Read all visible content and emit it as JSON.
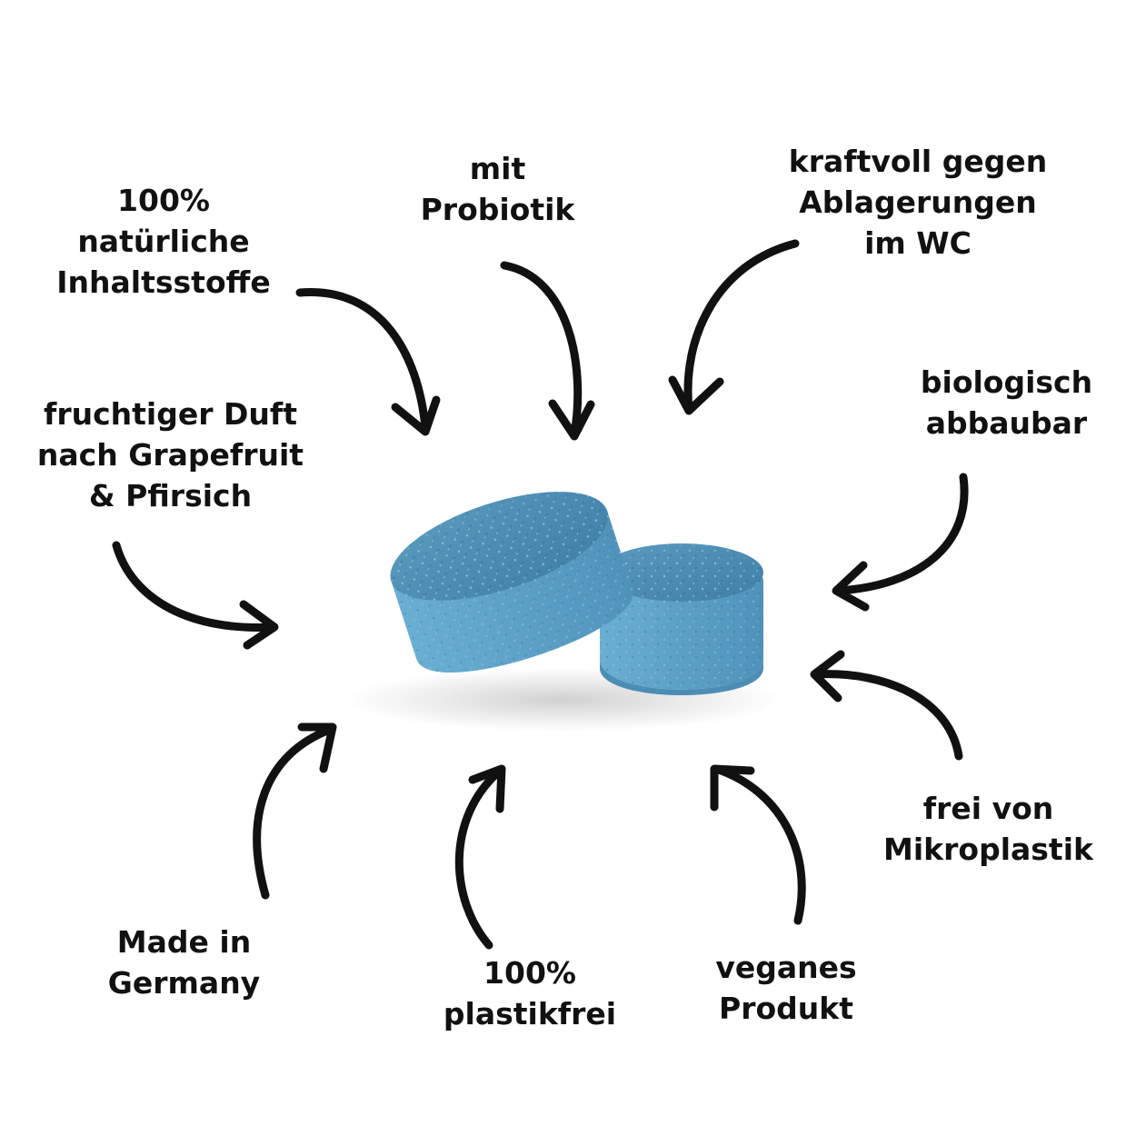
{
  "features": {
    "natural": [
      "100%",
      "natürliche",
      "Inhaltsstoffe"
    ],
    "probiotic": [
      "mit",
      "Probiotik"
    ],
    "powerful": [
      "kraftvoll gegen",
      "Ablagerungen",
      "im WC"
    ],
    "scent": [
      "fruchtiger Duft",
      "nach Grapefruit",
      "& Pfirsich"
    ],
    "biodegradable": [
      "biologisch",
      "abbaubar"
    ],
    "microplastic": [
      "frei von",
      "Mikroplastik"
    ],
    "made_in": [
      "Made in",
      "Germany"
    ],
    "plastic_free": [
      "100%",
      "plastikfrei"
    ],
    "vegan": [
      "veganes",
      "Produkt"
    ]
  },
  "colors": {
    "text": "#111111",
    "tablet_top": "#4a88ad",
    "tablet_side": "#5ea1c8",
    "background": "#ffffff"
  }
}
